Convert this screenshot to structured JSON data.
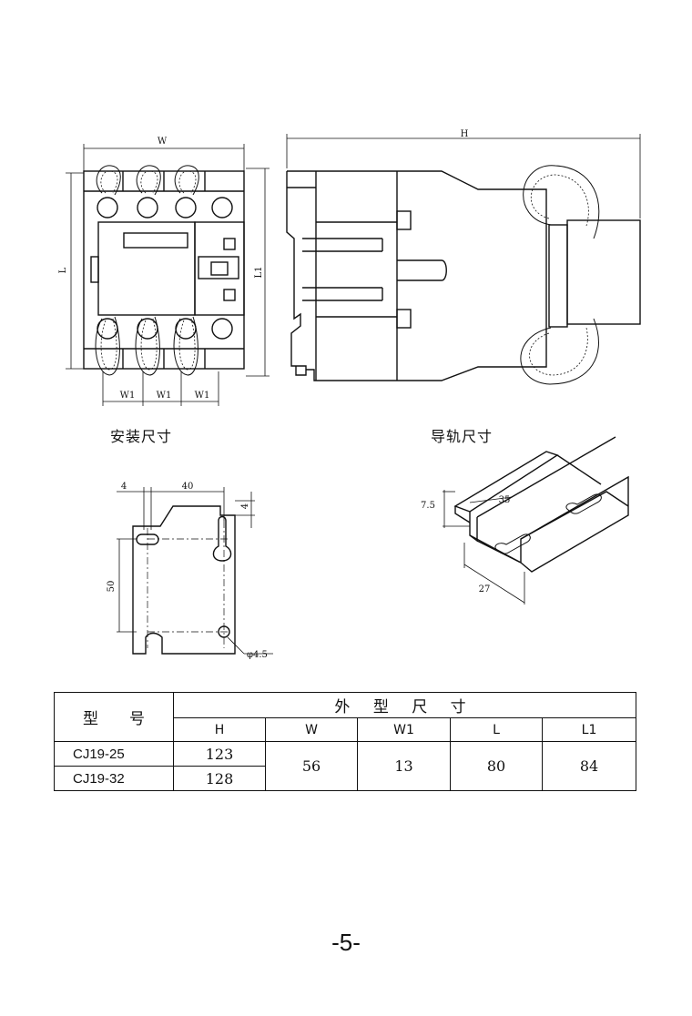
{
  "drawing_labels": {
    "front_w": "W",
    "front_l": "L",
    "front_l1": "L1",
    "front_w1": "W1",
    "side_h": "H",
    "mount_40": "40",
    "mount_4_top": "4",
    "mount_4_right": "4",
    "mount_50": "50",
    "mount_hole": "φ4.5",
    "rail_35": "35",
    "rail_7_5": "7.5",
    "rail_27": "27"
  },
  "captions": {
    "mounting": "安装尺寸",
    "rail": "导轨尺寸"
  },
  "table": {
    "model_header": "型　　号",
    "dims_header": "外 型 尺 寸",
    "columns": [
      "H",
      "W",
      "W1",
      "L",
      "L1"
    ],
    "rows": [
      {
        "model": "CJ19-25",
        "H": "123"
      },
      {
        "model": "CJ19-32",
        "H": "128"
      }
    ],
    "shared": {
      "W": "56",
      "W1": "13",
      "L": "80",
      "L1": "84"
    }
  },
  "page_number": "-5-"
}
